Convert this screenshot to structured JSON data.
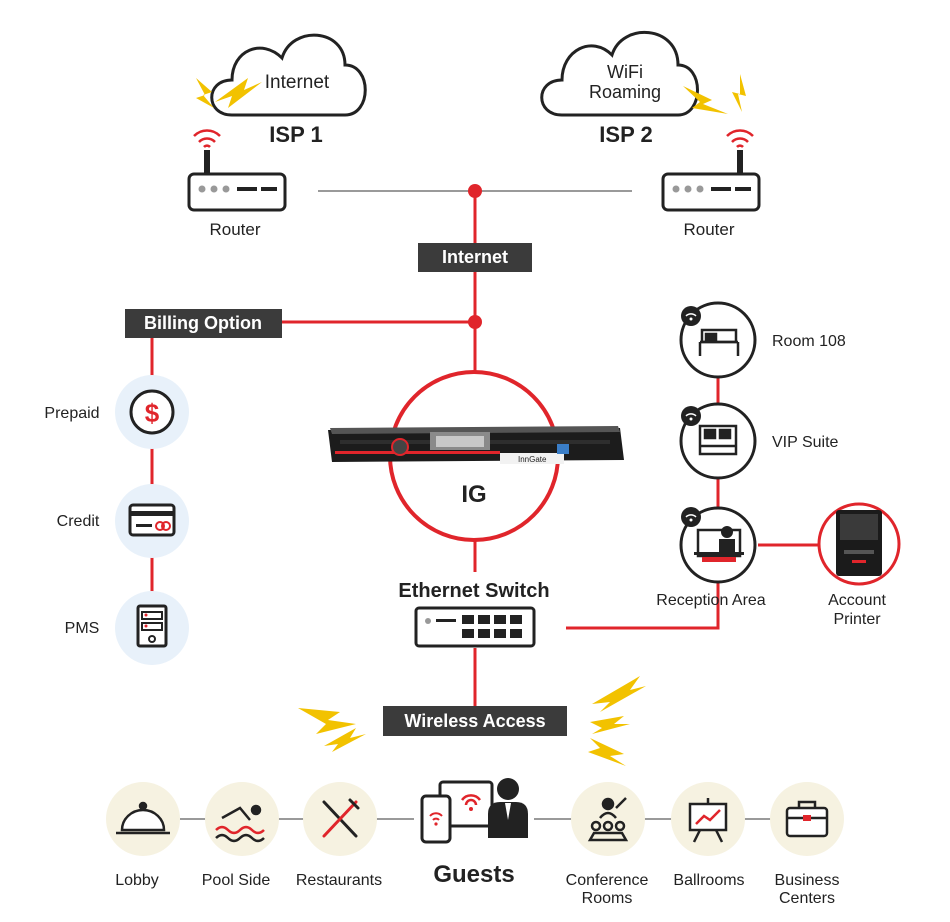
{
  "colors": {
    "accent": "#e0252b",
    "dark": "#3b3b3b",
    "bolt": "#f2c200",
    "circle_fill": "#e8f1fa",
    "guest_fill": "#f6f2e1"
  },
  "clouds": [
    {
      "id": "isp1",
      "lines": [
        "Internet"
      ],
      "isp_label": "ISP 1",
      "icon": "cloud-icon"
    },
    {
      "id": "isp2",
      "lines": [
        "WiFi",
        "Roaming"
      ],
      "isp_label": "ISP 2",
      "icon": "cloud-icon"
    }
  ],
  "routers": {
    "left_label": "Router",
    "right_label": "Router"
  },
  "labels": {
    "internet_box": "Internet",
    "billing_box": "Billing Option",
    "ig": "IG",
    "switch": "Ethernet Switch",
    "wireless_box": "Wireless Access",
    "guests": "Guests"
  },
  "device_brand": "InnGate",
  "billing_options": [
    {
      "label": "Prepaid",
      "icon": "dollar-icon"
    },
    {
      "label": "Credit",
      "icon": "credit-card-icon"
    },
    {
      "label": "PMS",
      "icon": "server-icon"
    }
  ],
  "rooms": [
    {
      "label": "Room 108",
      "icon": "bed-icon"
    },
    {
      "label": "VIP Suite",
      "icon": "suite-bed-icon"
    },
    {
      "label": "Reception Area",
      "icon": "reception-icon"
    }
  ],
  "printer": {
    "lines": [
      "Account",
      "Printer"
    ],
    "icon": "printer-icon"
  },
  "areas_left": [
    {
      "lines": [
        "Lobby"
      ],
      "icon": "cloche-icon"
    },
    {
      "lines": [
        "Pool Side"
      ],
      "icon": "swimmer-icon"
    },
    {
      "lines": [
        "Restaurants"
      ],
      "icon": "utensils-icon"
    }
  ],
  "areas_right": [
    {
      "lines": [
        "Conference",
        "Rooms"
      ],
      "icon": "conference-icon"
    },
    {
      "lines": [
        "Ballrooms"
      ],
      "icon": "presentation-icon"
    },
    {
      "lines": [
        "Business",
        "Centers"
      ],
      "icon": "briefcase-icon"
    }
  ]
}
